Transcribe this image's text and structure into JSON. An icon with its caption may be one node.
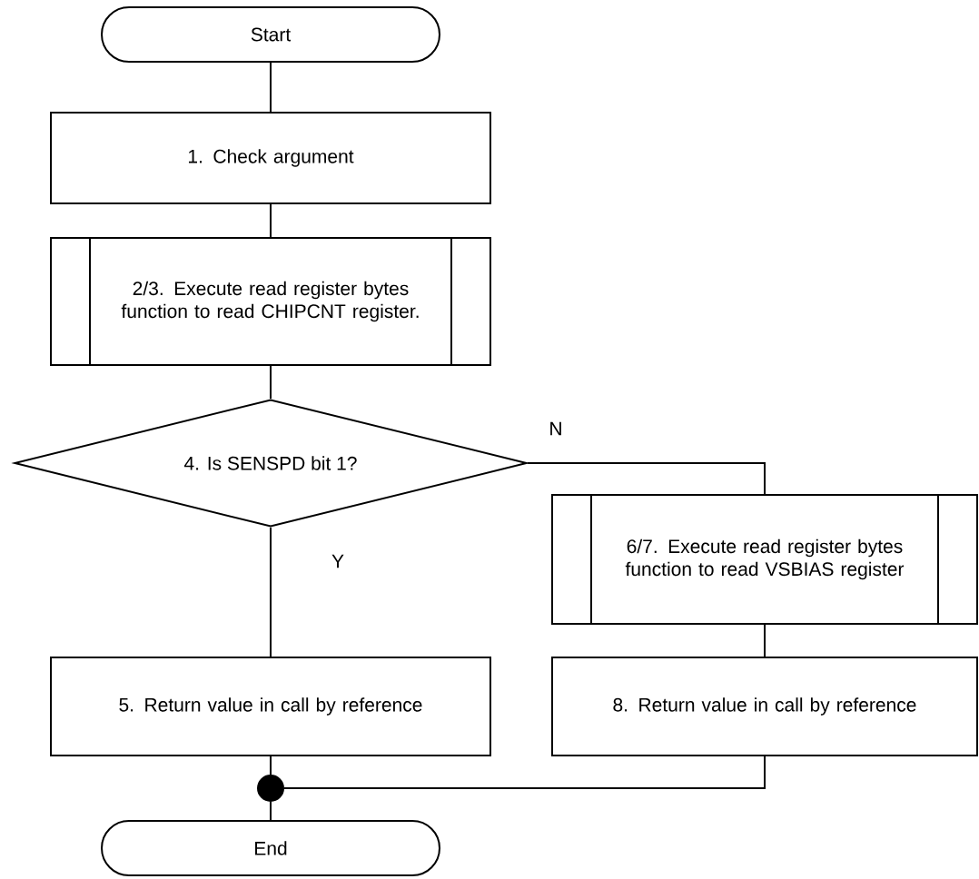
{
  "diagram": {
    "nodes": [
      {
        "text": [
          "Start"
        ]
      },
      {
        "text": [
          "1. Check argument"
        ]
      },
      {
        "text": [
          "2/3. Execute read register bytes function to read CHIPCNT register."
        ]
      },
      {
        "text": [
          "4. Is SENSPD bit 1?"
        ]
      },
      {
        "text": [
          "6/7. Execute read register bytes function to read VSBIAS register"
        ]
      },
      {
        "text": [
          "5. Return value in call by reference"
        ]
      },
      {
        "text": [
          "8. Return value in call by reference"
        ]
      },
      {
        "text": [],
        "shape": "circle"
      },
      {
        "text": [
          "End"
        ]
      }
    ],
    "edges": [
      {
        "from": 0,
        "to": 1,
        "arrow": "none"
      },
      {
        "from": 1,
        "to": 2,
        "arrow": "none"
      },
      {
        "from": 2,
        "to": 3,
        "arrow": "none"
      },
      {
        "from": 3,
        "to": 4,
        "arrow": "none",
        "label": "N"
      },
      {
        "from": 3,
        "to": 5,
        "arrow": "none",
        "label": "Y"
      },
      {
        "from": 4,
        "to": 6,
        "arrow": "none"
      },
      {
        "from": 5,
        "to": 7,
        "arrow": "none"
      },
      {
        "from": 6,
        "to": 7,
        "arrow": "none"
      },
      {
        "from": 7,
        "to": 8,
        "arrow": "none"
      }
    ]
  }
}
